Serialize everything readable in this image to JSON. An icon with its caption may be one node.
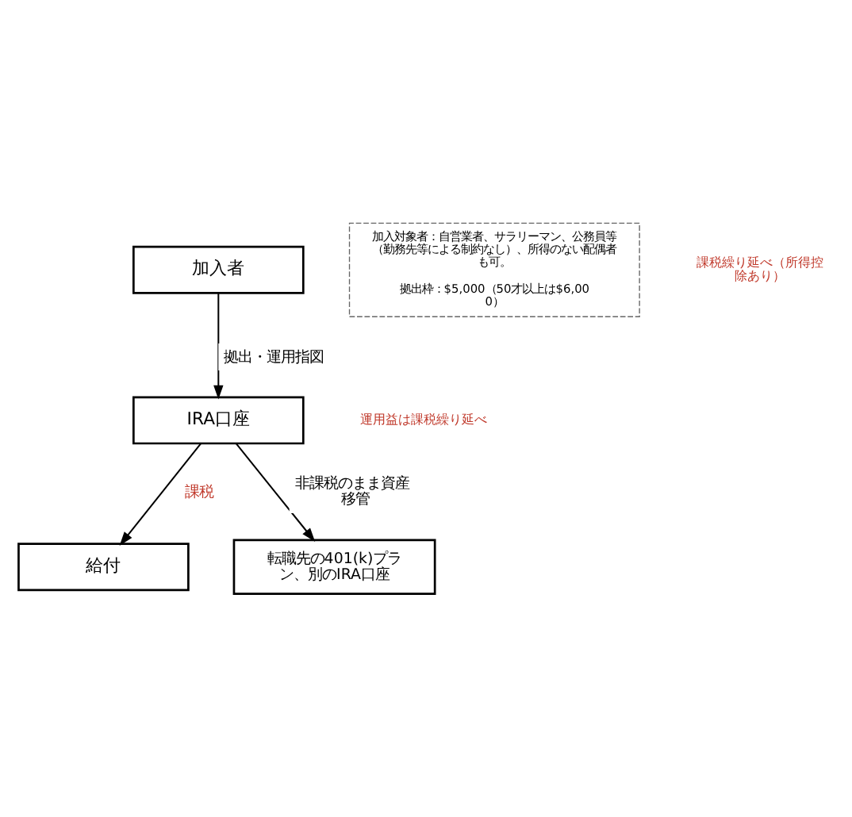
{
  "diagram": {
    "nodes": [
      {
        "text": [
          "加入者"
        ]
      },
      {
        "text": [
          "IRA口座"
        ]
      },
      {
        "text": [
          "給付"
        ]
      },
      {
        "text": [
          "転職先の401(k)プラン、別のIRA口座"
        ]
      },
      {
        "text": [
          "加入対象者：自営業者、サラリーマン、公務員等（勤務先等による制約なし）、所得のない配偶者も可。",
          "拠出枠：$5,000（50才以上は$6,000）"
        ]
      }
    ],
    "edges": [
      {
        "from": 0,
        "to": 1,
        "arrow": "to",
        "label": "拠出・運用指図"
      },
      {
        "from": 1,
        "to": 2,
        "arrow": "to",
        "label": "課税"
      },
      {
        "from": 1,
        "to": 3,
        "arrow": "to",
        "label": "非課税のまま資産移管"
      }
    ],
    "labels": [
      "課税繰り延べ（所得控除あり）",
      "運用益は課税繰り延べ"
    ]
  }
}
